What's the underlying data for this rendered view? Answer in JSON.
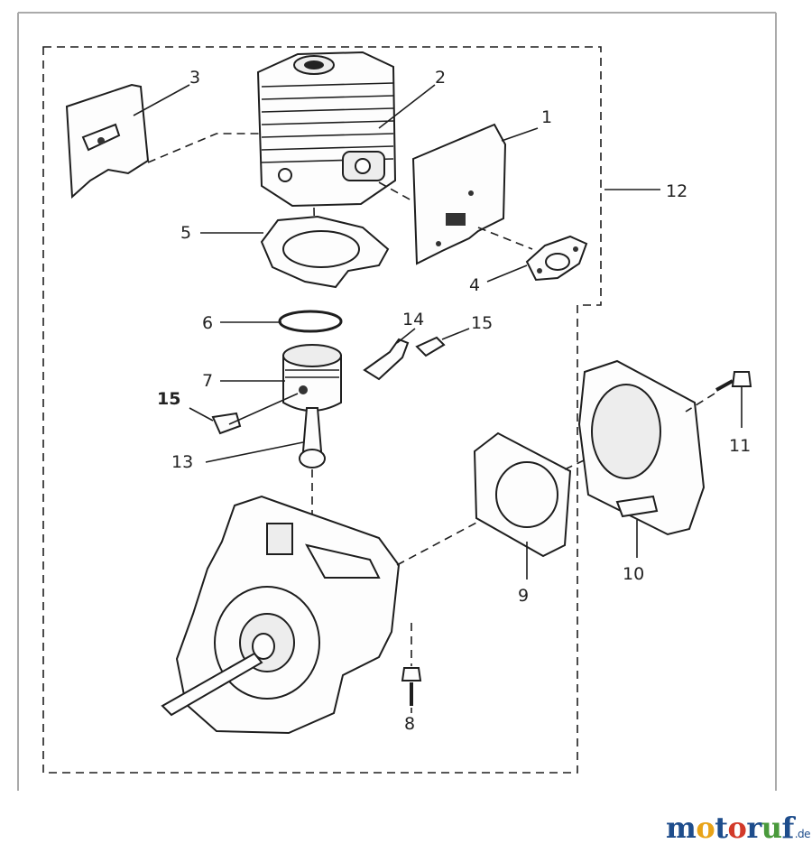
{
  "callouts": {
    "c1": "1",
    "c2": "2",
    "c3": "3",
    "c4": "4",
    "c5": "5",
    "c6": "6",
    "c7": "7",
    "c8": "8",
    "c9": "9",
    "c10": "10",
    "c11": "11",
    "c12": "12",
    "c13": "13",
    "c14": "14",
    "c15a": "15",
    "c15b": "15"
  },
  "logo": {
    "letters": [
      "m",
      "o",
      "t",
      "o",
      "r",
      "u",
      "f"
    ],
    "letter_colors": [
      "#1e4d8c",
      "#e8a317",
      "#1e4d8c",
      "#d23a2a",
      "#1e4d8c",
      "#4a9a3c",
      "#1e4d8c"
    ],
    "suffix": ".de"
  }
}
